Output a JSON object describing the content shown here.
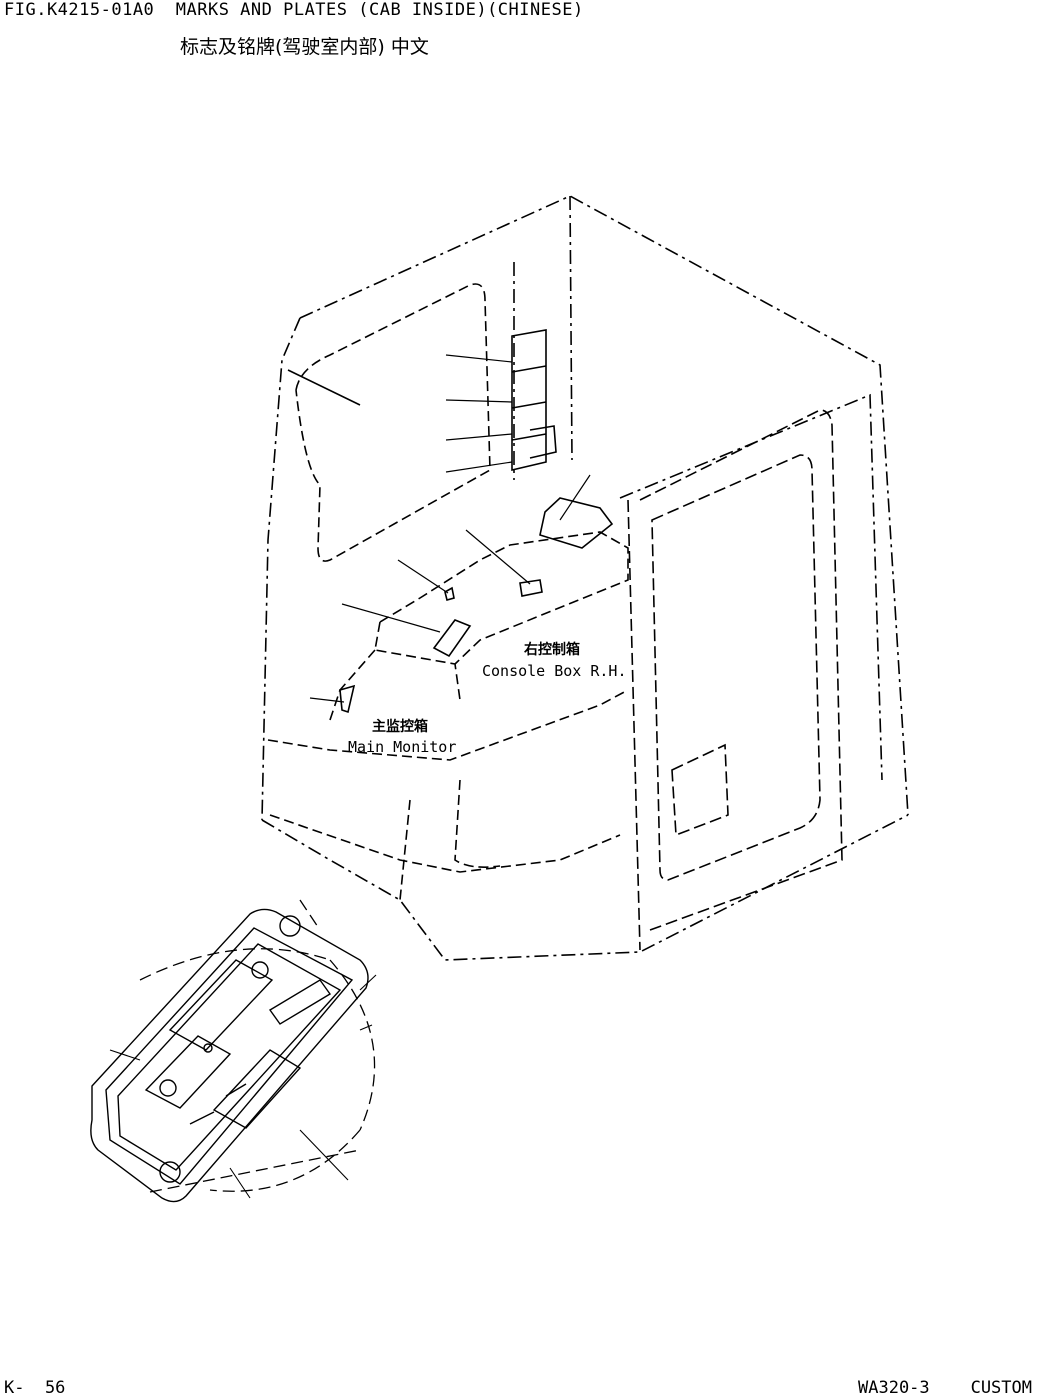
{
  "figure": {
    "title": "FIG.K4215-01A0  MARKS AND PLATES (CAB INSIDE)(CHINESE)",
    "subtitle": "标志及铭牌(驾驶室内部) 中文"
  },
  "labels": {
    "console_box_cn": "右控制箱",
    "console_box_en": "Console Box R.H.",
    "main_monitor_cn": "主监控箱",
    "main_monitor_en": "Main Monitor"
  },
  "footer": {
    "page": "K-  56",
    "model": "WA320-3    CUSTOM"
  }
}
